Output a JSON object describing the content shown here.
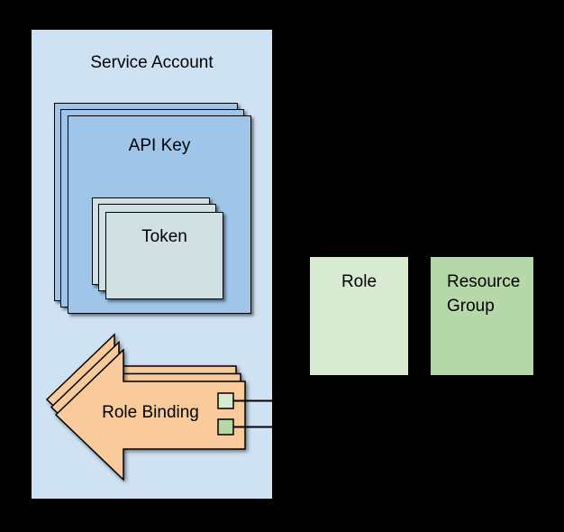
{
  "colors": {
    "background": "#000000",
    "service_account_fill": "#cfe2f3",
    "api_key_fill": "#9fc5e8",
    "token_fill": "#d0e0e3",
    "role_binding_fill": "#f9cb9c",
    "role_fill": "#d9ead3",
    "resource_group_fill": "#b6d7a8",
    "square_role_fill": "#d9ead3",
    "square_resource_group_fill": "#b6d7a8",
    "outline": "#000000",
    "text": "#000000"
  },
  "diagram": {
    "service_account": {
      "label": "Service Account"
    },
    "api_key": {
      "label": "API Key",
      "stack_count": 3
    },
    "token": {
      "label": "Token",
      "stack_count": 3
    },
    "role_binding": {
      "label": "Role Binding",
      "stack_count": 3,
      "connector_count": 2
    },
    "role": {
      "label": "Role"
    },
    "resource_group": {
      "label": "Resource Group"
    }
  }
}
